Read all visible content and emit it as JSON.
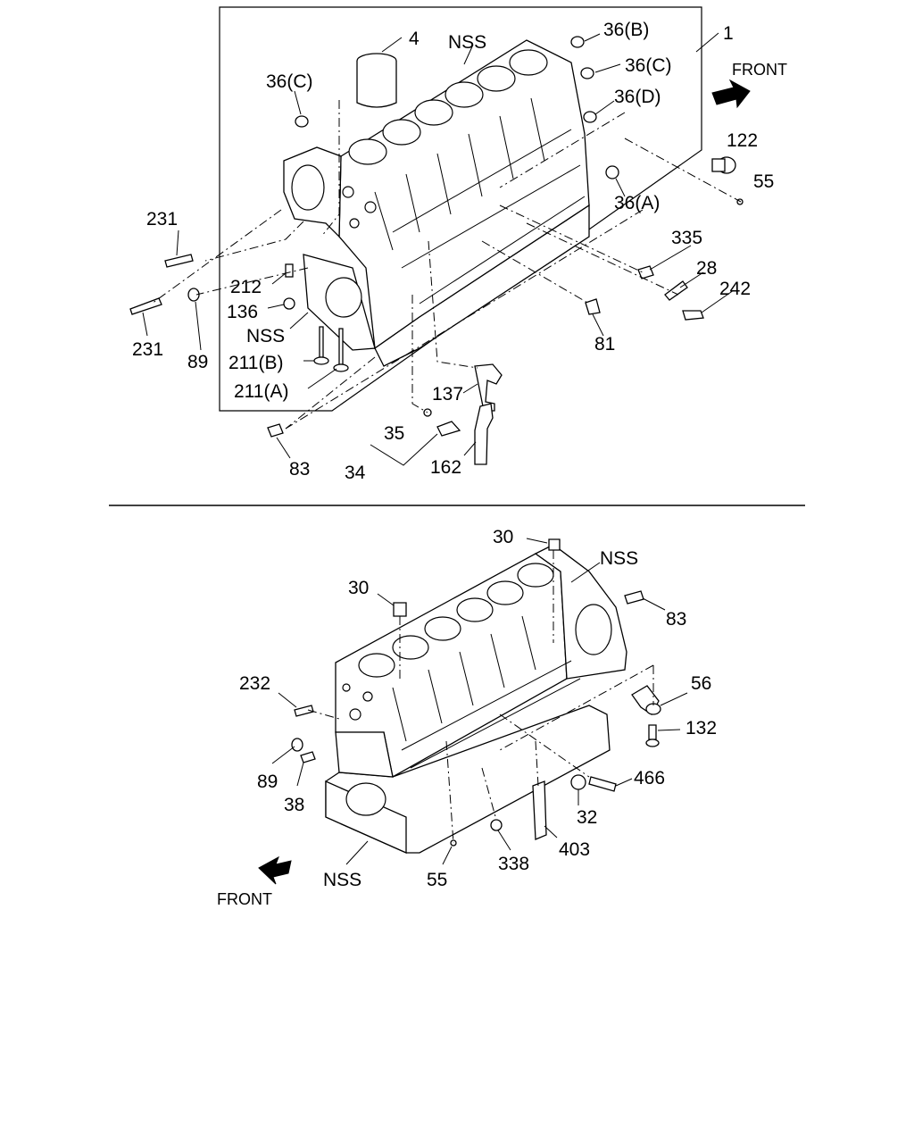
{
  "top_view": {
    "callouts": {
      "c1": "1",
      "c4": "4",
      "nss_top": "NSS",
      "c36b": "36(B)",
      "c36c_right": "36(C)",
      "c36c_left": "36(C)",
      "c36d": "36(D)",
      "c36a": "36(A)",
      "front": "FRONT",
      "c122": "122",
      "c55": "55",
      "c231_upper": "231",
      "c231_lower": "231",
      "c212": "212",
      "c136": "136",
      "nss_left": "NSS",
      "c89": "89",
      "c211b": "211(B)",
      "c211a": "211(A)",
      "c335": "335",
      "c28": "28",
      "c242": "242",
      "c81": "81",
      "c137": "137",
      "c35": "35",
      "c34": "34",
      "c162": "162",
      "c83": "83"
    }
  },
  "bottom_view": {
    "callouts": {
      "c30_top": "30",
      "c30_left": "30",
      "nss_top": "NSS",
      "c83": "83",
      "c232": "232",
      "c56": "56",
      "c132": "132",
      "c89": "89",
      "c38": "38",
      "c466": "466",
      "c32": "32",
      "c403": "403",
      "c338": "338",
      "c55": "55",
      "nss_bottom": "NSS",
      "front": "FRONT"
    }
  },
  "icons": [
    "front-arrow-icon"
  ]
}
